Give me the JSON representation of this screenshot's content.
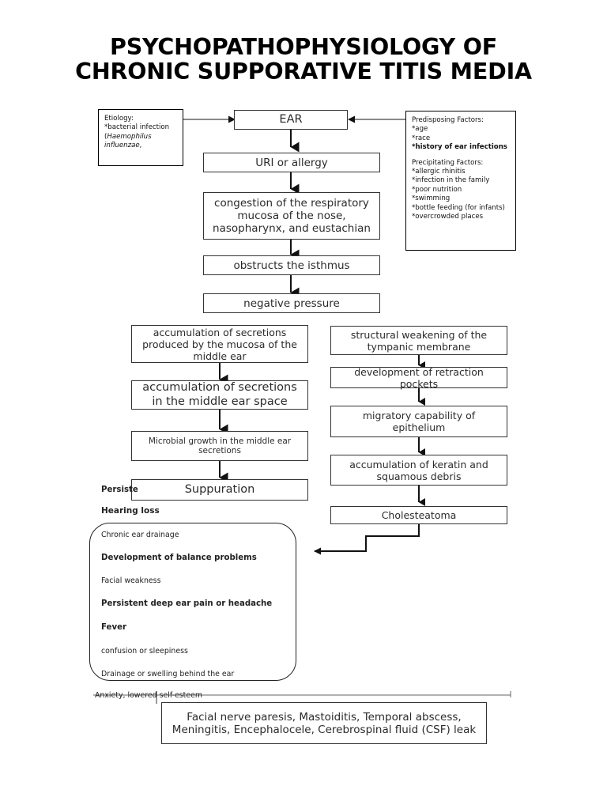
{
  "title": {
    "line1": "PSYCHOPATHOPHYSIOLOGY OF",
    "line2": "CHRONIC SUPPORATIVE TITIS MEDIA"
  },
  "etiology_box": {
    "heading": "Etiology:",
    "item1": "*bacterial infection",
    "item2_prefix": "(",
    "item2_italic": "Haemophilus influenzae",
    "item2_suffix": ","
  },
  "factors_box": {
    "predisposing_heading": "Predisposing Factors:",
    "predisposing": [
      "*age",
      "*race"
    ],
    "predisposing_bold": "*history of ear infections",
    "precipitating_heading": "Precipitating Factors:",
    "precipitating": [
      "*allergic rhinitis",
      "*infection in the family",
      "*poor nutrition",
      "*swimming",
      "*bottle feeding (for infants)",
      "*overcrowded places"
    ]
  },
  "flow": {
    "ear": "EAR",
    "uri": "URI or allergy",
    "congestion": "congestion of the respiratory mucosa of the nose, nasopharynx, and eustachian",
    "isthmus": "obstructs the isthmus",
    "negative_pressure": "negative pressure"
  },
  "left_branch": {
    "b1": "accumulation of secretions produced by the mucosa of the middle ear",
    "b2": "accumulation of secretions in the middle ear space",
    "b3": "Microbial growth in the middle ear secretions",
    "b4": "Suppuration"
  },
  "right_branch": {
    "b1": "structural weakening of the tympanic membrane",
    "b2": "development of retraction pockets",
    "b3": "migratory capability of epithelium",
    "b4": "accumulation of keratin and squamous debris",
    "b5": "Cholesteatoma"
  },
  "labels": {
    "persistent": "Persiste",
    "hearing_loss": "Hearing loss",
    "anxiety": "Anxiety, lowered self-esteem"
  },
  "symptoms": [
    {
      "text": "Chronic ear drainage",
      "bold": false
    },
    {
      "text": "Development of balance problems",
      "bold": true
    },
    {
      "text": "Facial weakness",
      "bold": false
    },
    {
      "text": "Persistent deep ear pain or headache",
      "bold": true
    },
    {
      "text": "Fever",
      "bold": true
    },
    {
      "text": "confusion or sleepiness",
      "bold": false
    },
    {
      "text": "Drainage or swelling behind the ear",
      "bold": false
    }
  ],
  "complications": {
    "text": "Facial nerve paresis, Mastoiditis, Temporal abscess, Meningitis, Encephalocele, Cerebrospinal fluid (CSF) leak"
  },
  "colors": {
    "background": "#ffffff",
    "text": "#000000",
    "box_border": "#333333",
    "note_border": "#000000",
    "connector": "#1a1a1a"
  }
}
